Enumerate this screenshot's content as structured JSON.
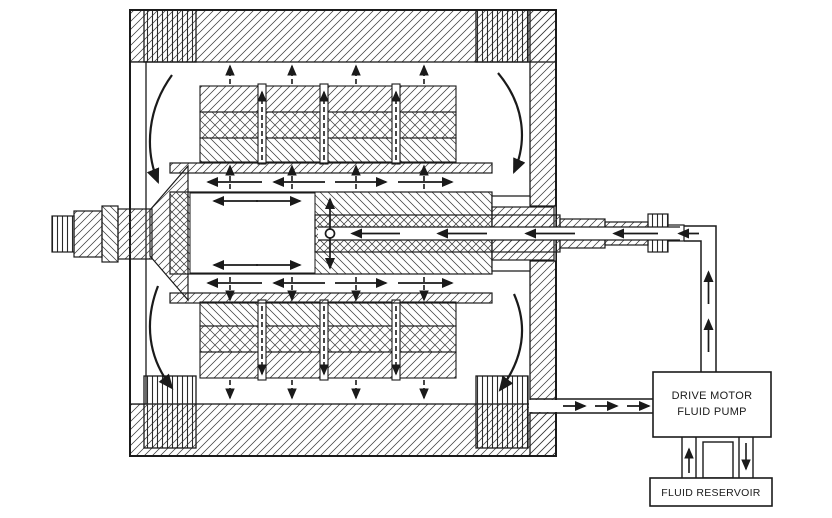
{
  "diagram": {
    "pump_box": {
      "line1": "DRIVE MOTOR",
      "line2": "FLUID PUMP"
    },
    "reservoir_box": {
      "label": "FLUID RESERVOIR"
    },
    "colors": {
      "line": "#1a1a1a",
      "background": "#ffffff",
      "hatch": "#3a3a3a"
    }
  }
}
